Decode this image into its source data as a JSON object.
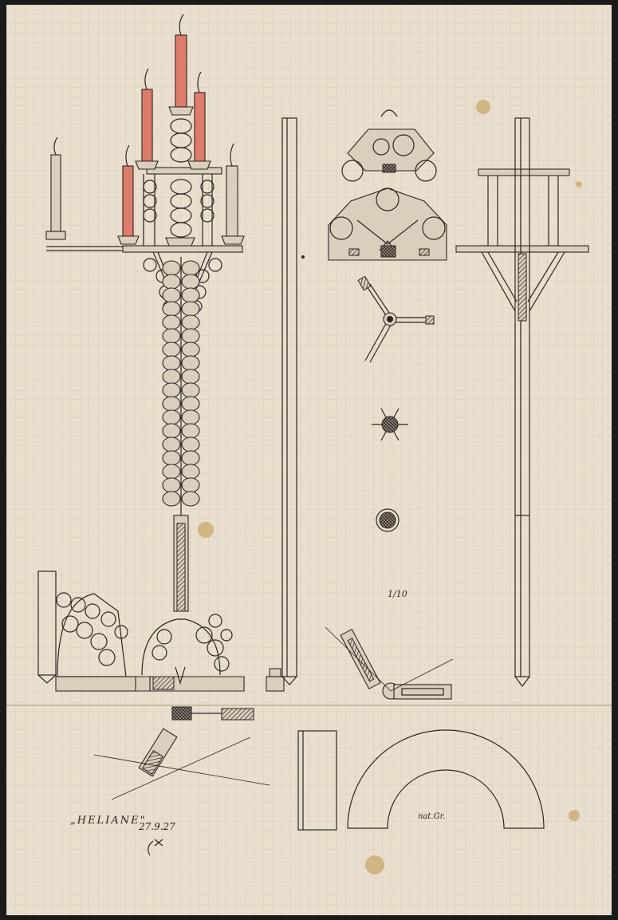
{
  "sheet": {
    "paper_color": "#e9dfcc",
    "grid_color": "#b9c1c6",
    "ink_color": "#2b2621",
    "wax_color": "#e07a6a"
  },
  "annotations": {
    "title": "„HELIANE\"",
    "date": "27.9.27",
    "scale": "1/10",
    "note": "nat.Gr."
  }
}
